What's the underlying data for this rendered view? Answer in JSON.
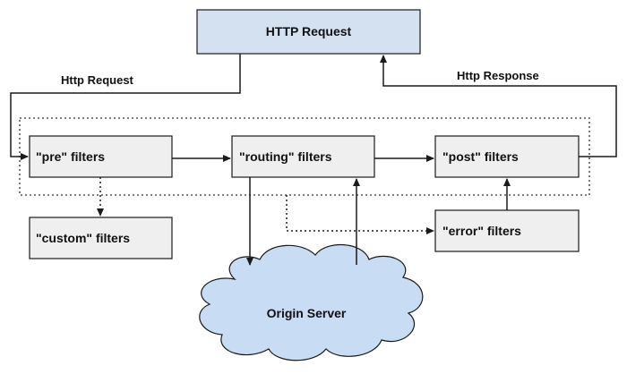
{
  "diagram": {
    "nodes": {
      "http_request": "HTTP Request",
      "pre": "\"pre\" filters",
      "routing": "\"routing\" filters",
      "post": "\"post\" filters",
      "custom": "\"custom\" filters",
      "error": "\"error\" filters",
      "origin": "Origin Server"
    },
    "edge_labels": {
      "incoming": "Http Request",
      "outgoing": "Http Response"
    }
  },
  "colors": {
    "request_box": "#d4e1f1",
    "filter_box": "#efefef",
    "cloud_fill": "#c8dcf4",
    "stroke": "#1a1a1a"
  }
}
